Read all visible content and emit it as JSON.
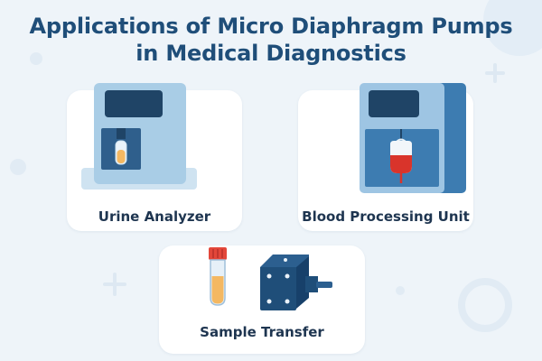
{
  "title": {
    "line1": "Applications of Micro Diaphragm Pumps",
    "line2": "in Medical Diagnostics"
  },
  "cards": [
    {
      "label": "Urine Analyzer",
      "icon": "urine-analyzer-icon"
    },
    {
      "label": "Blood Processing Unit",
      "icon": "blood-processing-unit-icon"
    },
    {
      "label": "Sample Transfer",
      "icon": "sample-transfer-icon"
    }
  ],
  "colors": {
    "background": "#eef4f9",
    "title": "#1f4e79",
    "card": "#ffffff",
    "device_light": "#a9cde6",
    "device_dark": "#3d7cb1",
    "screen": "#1f4466",
    "urine": "#f4b862",
    "blood": "#d9342b",
    "tube_cap": "#e3473a",
    "pump": "#1f4e79"
  }
}
